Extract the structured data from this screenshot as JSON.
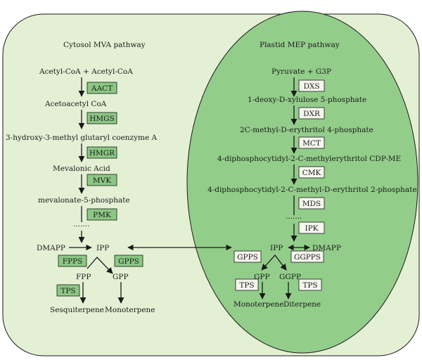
{
  "titles": {
    "cytosol": "Cytosol MVA pathway",
    "plastid": "Plastid MEP pathway"
  },
  "mva": {
    "acetyl": "Acetyl-CoA + Acetyl-CoA",
    "acetoacetyl": "Acetoacetyl CoA",
    "hmgcoa": "3-hydroxy-3-methyl glutaryl coenzyme A",
    "mevalonic": "Mevalonic Acid",
    "mev5p": "mevalonate-5-phosphate",
    "dots": ".......",
    "dmapp": "DMAPP",
    "ipp": "IPP",
    "fpp": "FPP",
    "gpp": "GPP",
    "sesquiterpene": "Sesquiterpene",
    "monoterpene": "Monoterpene",
    "enzymes": {
      "aact": "AACT",
      "hmgs": "HMGS",
      "hmgr": "HMGR",
      "mvk": "MVK",
      "pmk": "PMK",
      "fpps": "FPPS",
      "gpps": "GPPS",
      "tps": "TPS"
    }
  },
  "mep": {
    "pyruvate": "Pyruvate + G3P",
    "dxp": "1-deoxy-D-xylulose 5-phosphate",
    "mep": "2C-methyl-D-erythritol 4-phosphate",
    "cdpme": "4-diphosphocytidyl-2-C-methylerythritol CDP-ME",
    "cdpmep": "4-diphosphocytidyl-2-C-methyl-D-erythritol 2-phosphate",
    "dots": ".......",
    "ipp": "IPP",
    "dmapp": "DMAPP",
    "gpp": "GPP",
    "ggpp": "GGPP",
    "monoterpene": "Monoterpene",
    "diterpene": "Diterpene",
    "enzymes": {
      "dxs": "DXS",
      "dxr": "DXR",
      "mct": "MCT",
      "cmk": "CMK",
      "mds": "MDS",
      "ipk": "IPK",
      "gpps": "GPPS",
      "ggpps": "GGPPS",
      "tps1": "TPS",
      "tps2": "TPS"
    }
  },
  "colors": {
    "cytosol_bg": "#e4f0d4",
    "plastid_bg": "#93cd8a",
    "enzyme_green": "#8cc784",
    "enzyme_white": "#f6f6ee",
    "stroke": "#1a1a1a"
  }
}
